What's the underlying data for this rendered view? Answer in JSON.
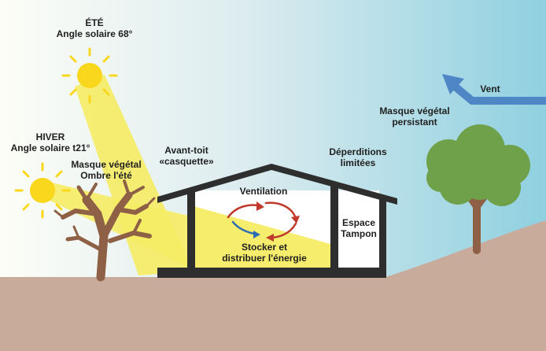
{
  "labels": {
    "summer": {
      "line1": "ÉTÉ",
      "line2": "Angle solaire 68°"
    },
    "winter": {
      "line1": "HIVER",
      "line2": "Angle solaire t21°"
    },
    "deciduous_mask": {
      "line1": "Masque végétal",
      "line2": "Ombre l'été"
    },
    "overhang": {
      "line1": "Avant-toit",
      "line2": "«casquette»"
    },
    "ventilation": "Ventilation",
    "storage": {
      "line1": "Stocker et",
      "line2": "distribuer l'énergie"
    },
    "heat_loss": {
      "line1": "Déperditions",
      "line2": "limitées"
    },
    "buffer_space": {
      "line1": "Espace",
      "line2": "Tampon"
    },
    "evergreen_mask": {
      "line1": "Masque végétal",
      "line2": "persistant"
    },
    "wind": "Vent"
  },
  "colors": {
    "sky_left": "#fdfdf7",
    "sky_right": "#8fd0e0",
    "ground": "#c9ab9c",
    "house_frame": "#2e2e2e",
    "sun": "#f9d71c",
    "sunbeam": "#f5ec64",
    "wind_arrow": "#4f86c6",
    "tree_green": "#6fa14b",
    "tree_trunk": "#8e6147",
    "arrow_red": "#c0392b",
    "arrow_blue": "#2c6cb4"
  },
  "icons": [
    "sun-icon",
    "bare-tree-icon",
    "leafy-tree-icon",
    "wind-arrow-icon",
    "circulation-arrows-icon"
  ]
}
